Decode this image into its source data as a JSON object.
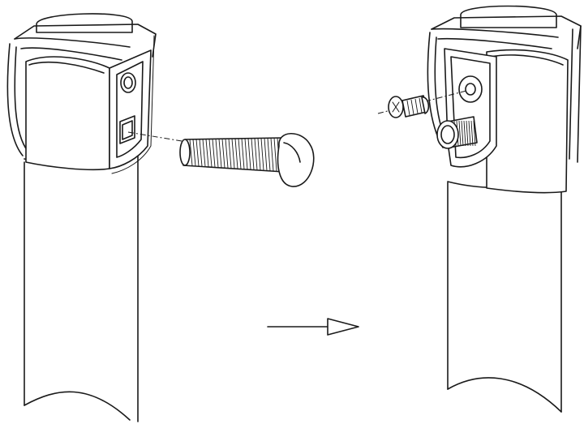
{
  "figure": {
    "kind": "assembly-instruction-line-drawing",
    "colors": {
      "line": "#1a1a1a",
      "background": "#ffffff"
    },
    "steps": [
      {
        "parts": [
          "tube",
          "bracket",
          "carriage-bolt"
        ]
      },
      {
        "parts": [
          "tube",
          "bracket",
          "carriage-bolt-installed",
          "cap-nut"
        ]
      }
    ],
    "transition": "arrow-right"
  }
}
